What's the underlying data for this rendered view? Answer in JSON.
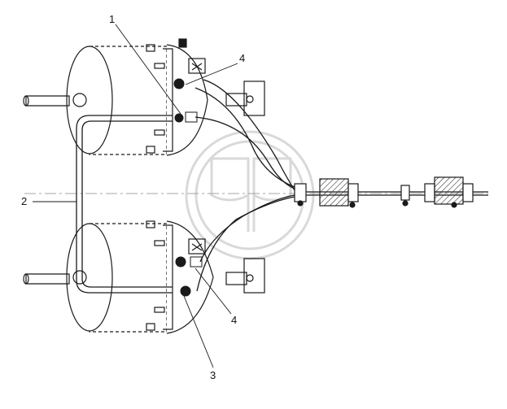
{
  "figure": {
    "callouts": [
      {
        "id": "1",
        "label": "1"
      },
      {
        "id": "2",
        "label": "2"
      },
      {
        "id": "3",
        "label": "3"
      },
      {
        "id": "4a",
        "label": "4"
      },
      {
        "id": "4b",
        "label": "4"
      }
    ],
    "colors": {
      "line": "#1a1a1a",
      "hatch": "#333333",
      "watermark": "#d9d9d9",
      "background": "#ffffff"
    }
  }
}
